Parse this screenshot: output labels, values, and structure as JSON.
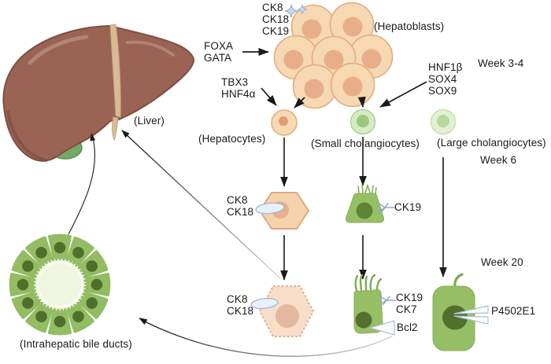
{
  "figure": {
    "title": "Liver development diagram",
    "type": "developmental pathway schematic"
  },
  "labels": {
    "hepatoblast_markers": "CK8\nCK18\nCK19",
    "hepatoblasts": "(Hepatoblasts)",
    "foxa_gata": "FOXA\nGATA",
    "tbx3_hnf4a": "TBX3\nHNF4α",
    "hnf1b_sox": "HNF1β\nSOX4\nSOX9",
    "week_3_4": "Week 3-4",
    "hepatocytes": "(Hepatocytes)",
    "small_cholangiocytes": "(Small cholangiocytes)",
    "large_cholangiocytes": "(Large cholangiocytes)",
    "week_6": "Week 6",
    "ck8_ck18_w6": "CK8\nCK18",
    "ck19_w6": "CK19",
    "week_20": "Week 20",
    "ck8_ck18_w20": "CK8\nCK18",
    "ck19_ck7_w20": "CK19\nCK7",
    "bcl2": "Bcl2",
    "p4502e1": "P4502E1",
    "liver": "(Liver)",
    "bile_ducts": "(Intrahepatic bile ducts)"
  },
  "palette": {
    "hepatoblast_fill": "#F6D8B2",
    "hepatoblast_stroke": "#E2AC7F",
    "hepatoblast_nucleus": "#E8AE8A",
    "hepatocyte_w6_fill": "#F5D3AC",
    "hepatocyte_w20_fill": "#F8DEC8",
    "cholangiocyte_green": "#97BF66",
    "cholangiocyte_nucleus": "#54702E",
    "small_cholangiocyte_fill": "#D6EBC3",
    "large_cholangiocyte_fill": "#E3F1D4",
    "duct_cell_fill": "#92BD62",
    "duct_nucleus": "#4F702B",
    "duct_lumen": "#F1F6DE",
    "liver_body": "#9A6354",
    "liver_ligament": "#D8BB95",
    "gallbladder": "#74A963",
    "antibody_blue": "#9FB8D8",
    "arrow_black": "#1a1a1a"
  }
}
